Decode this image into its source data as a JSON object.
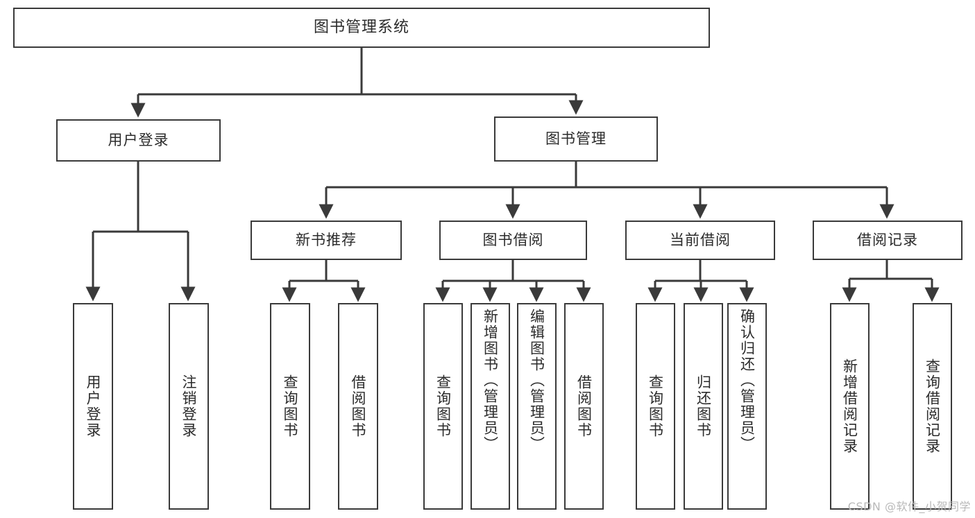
{
  "diagram": {
    "type": "tree",
    "title": "图书管理系统",
    "colors": {
      "stroke": "#3a3a3a",
      "fill": "#ffffff",
      "text": "#2b2b2b",
      "watermark": "#b9b9b9"
    },
    "nodes": {
      "root": {
        "label": "图书管理系统"
      },
      "level2": [
        {
          "id": "user-login",
          "label": "用户登录"
        },
        {
          "id": "book-manage",
          "label": "图书管理"
        }
      ],
      "level3": [
        {
          "id": "new-book-recommend",
          "label": "新书推荐"
        },
        {
          "id": "book-borrow",
          "label": "图书借阅"
        },
        {
          "id": "current-borrow",
          "label": "当前借阅"
        },
        {
          "id": "borrow-record",
          "label": "借阅记录"
        }
      ],
      "leaves": {
        "user_login": [
          {
            "id": "leaf-user-login",
            "label": "用户登录"
          },
          {
            "id": "leaf-logout-login",
            "label": "注销登录"
          }
        ],
        "new_book_recommend": [
          {
            "id": "leaf-query-book-1",
            "label": "查询图书"
          },
          {
            "id": "leaf-borrow-book-1",
            "label": "借阅图书"
          }
        ],
        "book_borrow": [
          {
            "id": "leaf-query-book-2",
            "label": "查询图书"
          },
          {
            "id": "leaf-add-book",
            "label": "新增图书（管理员）"
          },
          {
            "id": "leaf-edit-book",
            "label": "编辑图书（管理员）"
          },
          {
            "id": "leaf-borrow-book-2",
            "label": "借阅图书"
          }
        ],
        "current_borrow": [
          {
            "id": "leaf-query-book-3",
            "label": "查询图书"
          },
          {
            "id": "leaf-return-book",
            "label": "归还图书"
          },
          {
            "id": "leaf-confirm-return",
            "label": "确认归还（管理员）"
          }
        ],
        "borrow_record": [
          {
            "id": "leaf-add-record",
            "label": "新增借阅记录"
          },
          {
            "id": "leaf-query-record",
            "label": "查询借阅记录"
          }
        ]
      }
    },
    "edges": [
      {
        "from": "root",
        "to": "user-login"
      },
      {
        "from": "root",
        "to": "book-manage"
      },
      {
        "from": "user-login",
        "to": "leaf-user-login"
      },
      {
        "from": "user-login",
        "to": "leaf-logout-login"
      },
      {
        "from": "book-manage",
        "to": "new-book-recommend"
      },
      {
        "from": "book-manage",
        "to": "book-borrow"
      },
      {
        "from": "book-manage",
        "to": "current-borrow"
      },
      {
        "from": "book-manage",
        "to": "borrow-record"
      },
      {
        "from": "new-book-recommend",
        "to": "leaf-query-book-1"
      },
      {
        "from": "new-book-recommend",
        "to": "leaf-borrow-book-1"
      },
      {
        "from": "book-borrow",
        "to": "leaf-query-book-2"
      },
      {
        "from": "book-borrow",
        "to": "leaf-add-book"
      },
      {
        "from": "book-borrow",
        "to": "leaf-edit-book"
      },
      {
        "from": "book-borrow",
        "to": "leaf-borrow-book-2"
      },
      {
        "from": "current-borrow",
        "to": "leaf-query-book-3"
      },
      {
        "from": "current-borrow",
        "to": "leaf-return-book"
      },
      {
        "from": "current-borrow",
        "to": "leaf-confirm-return"
      },
      {
        "from": "borrow-record",
        "to": "leaf-add-record"
      },
      {
        "from": "borrow-record",
        "to": "leaf-query-record"
      }
    ]
  },
  "watermark": {
    "text": "CSDN @软件_小贺同学"
  }
}
